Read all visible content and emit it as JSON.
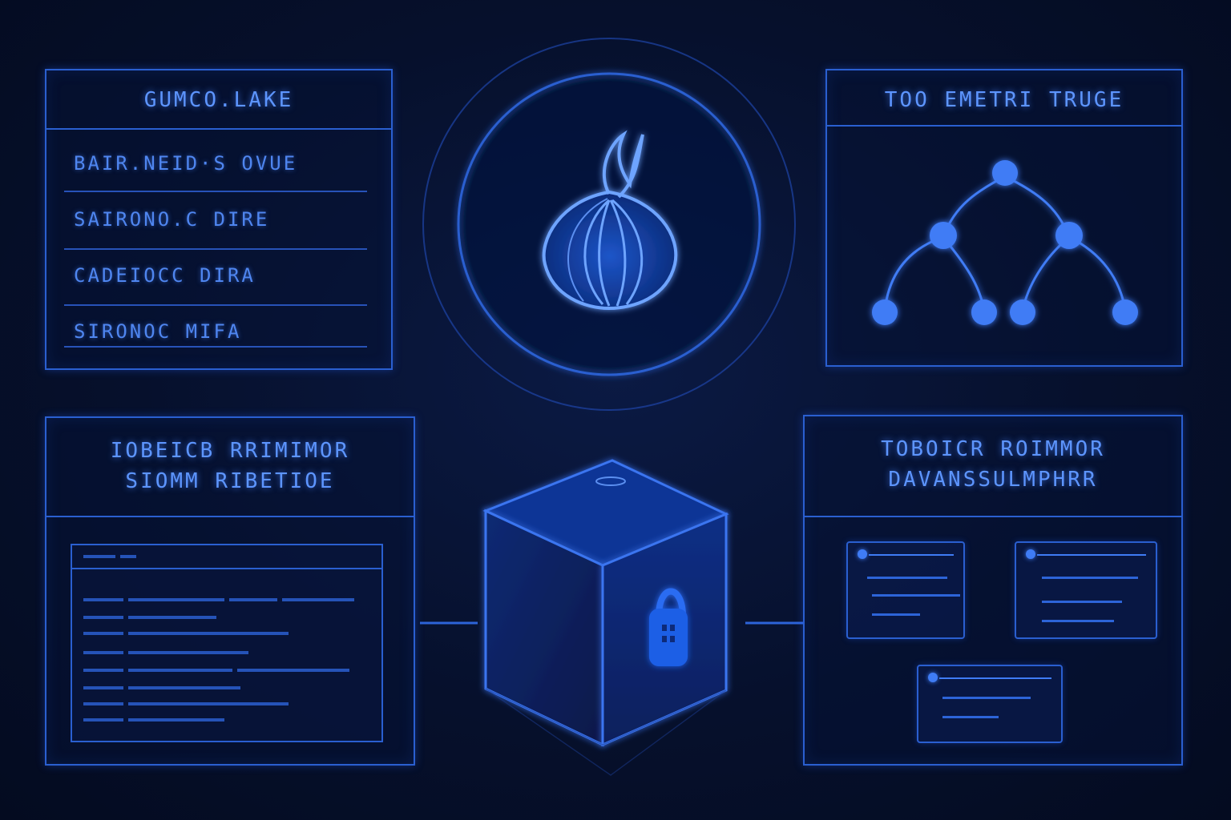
{
  "colors": {
    "background": "#040b20",
    "accent": "#2a5fd0",
    "glow": "#5d95ff"
  },
  "top_left_panel": {
    "title": "GUMCO.LAKE",
    "items": [
      "BAIR.NEID·S OVUE",
      "SAIRONO.C DIRE",
      "CADEIOCC DIRA",
      "SIRONOC MIFA"
    ]
  },
  "top_right_panel": {
    "title": "TOO EMETRI TRUGE",
    "tree_icon": "network-tree-icon"
  },
  "bottom_left_panel": {
    "title_line1": "IOBEICB RRIMIMOR",
    "title_line2": "SIOMM RIBETIOE"
  },
  "bottom_right_panel": {
    "title_line1": "TOBOICR ROIMMOR",
    "title_line2": "DAVANSSULMPHRR"
  },
  "center": {
    "onion_icon": "onion-icon",
    "lock_icon": "padlock-icon",
    "cube_icon": "cube-icon"
  }
}
